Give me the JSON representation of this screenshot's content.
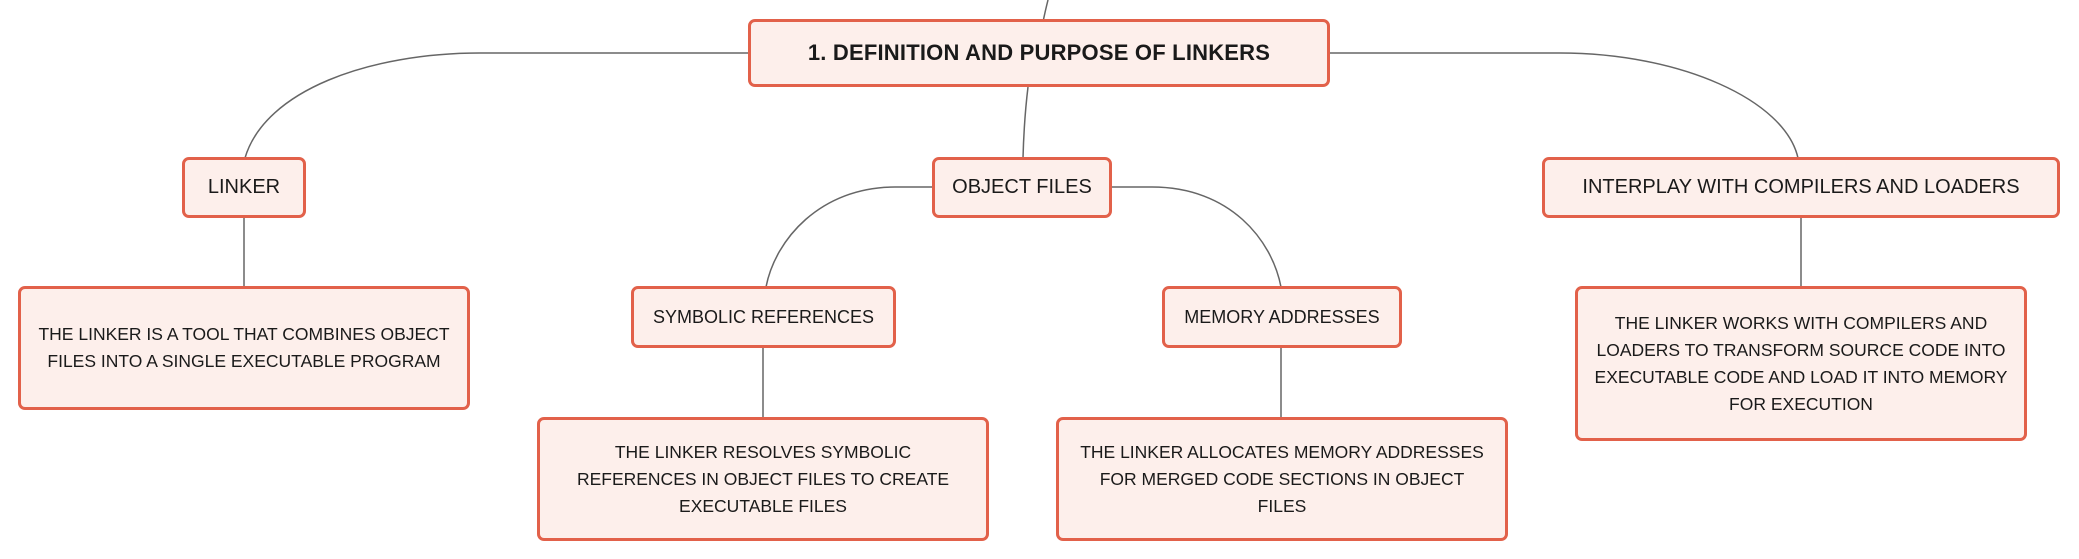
{
  "mindmap": {
    "root": {
      "label": "1. DEFINITION AND PURPOSE OF LINKERS"
    },
    "linker": {
      "label": "LINKER",
      "description": "THE LINKER IS A TOOL THAT COMBINES OBJECT FILES INTO A SINGLE EXECUTABLE PROGRAM"
    },
    "object_files": {
      "label": "OBJECT FILES",
      "symbolic_references": {
        "label": "SYMBOLIC REFERENCES",
        "description": "THE LINKER RESOLVES SYMBOLIC REFERENCES IN OBJECT FILES TO CREATE EXECUTABLE FILES"
      },
      "memory_addresses": {
        "label": "MEMORY ADDRESSES",
        "description": "THE LINKER ALLOCATES MEMORY ADDRESSES FOR MERGED CODE SECTIONS IN OBJECT FILES"
      }
    },
    "interplay": {
      "label": "INTERPLAY WITH COMPILERS AND LOADERS",
      "description": "THE LINKER WORKS WITH COMPILERS AND LOADERS TO TRANSFORM SOURCE CODE INTO EXECUTABLE CODE AND LOAD IT INTO MEMORY FOR EXECUTION"
    }
  },
  "colors": {
    "node_fill": "#fdefeb",
    "node_border": "#e2614a",
    "connector": "#666666",
    "text": "#1a1a1a"
  }
}
